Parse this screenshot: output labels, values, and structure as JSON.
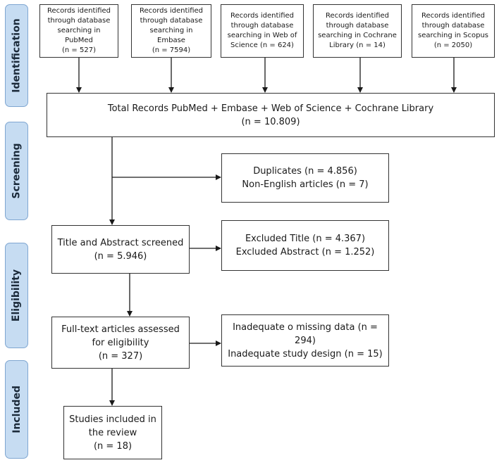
{
  "phases": {
    "identification": "Identification",
    "screening": "Screening",
    "eligibility": "Eligibility",
    "included": "Included"
  },
  "sources": [
    {
      "lines": [
        "Records identified",
        "through database",
        "searching in PubMed",
        "(n = 527)"
      ]
    },
    {
      "lines": [
        "Records identified",
        "through database",
        "searching in Embase",
        "(n = 7594)"
      ]
    },
    {
      "lines": [
        "Records identified",
        "through database",
        "searching in Web of",
        "Science (n = 624)"
      ]
    },
    {
      "lines": [
        "Records identified",
        "through database",
        "searching in Cochrane",
        "Library (n = 14)"
      ]
    },
    {
      "lines": [
        "Records identified",
        "through database",
        "searching in Scopus",
        "(n = 2050)"
      ]
    }
  ],
  "total": {
    "lines": [
      "Total Records PubMed + Embase + Web of Science + Cochrane Library",
      "(n = 10.809)"
    ]
  },
  "duplicates": {
    "lines": [
      "Duplicates (n = 4.856)",
      "Non-English articles (n = 7)"
    ]
  },
  "title_abstract": {
    "lines": [
      "Title and Abstract screened",
      "(n = 5.946)"
    ]
  },
  "excluded": {
    "lines": [
      "Excluded Title (n = 4.367)",
      "Excluded Abstract (n = 1.252)"
    ]
  },
  "fulltext": {
    "lines": [
      "Full-text articles assessed",
      "for eligibility",
      "(n = 327)"
    ]
  },
  "inadequate": {
    "lines": [
      "Inadequate o missing data (n = 294)",
      "Inadequate study design (n = 15)"
    ]
  },
  "included_box": {
    "lines": [
      "Studies included in",
      "the review",
      "(n = 18)"
    ]
  }
}
